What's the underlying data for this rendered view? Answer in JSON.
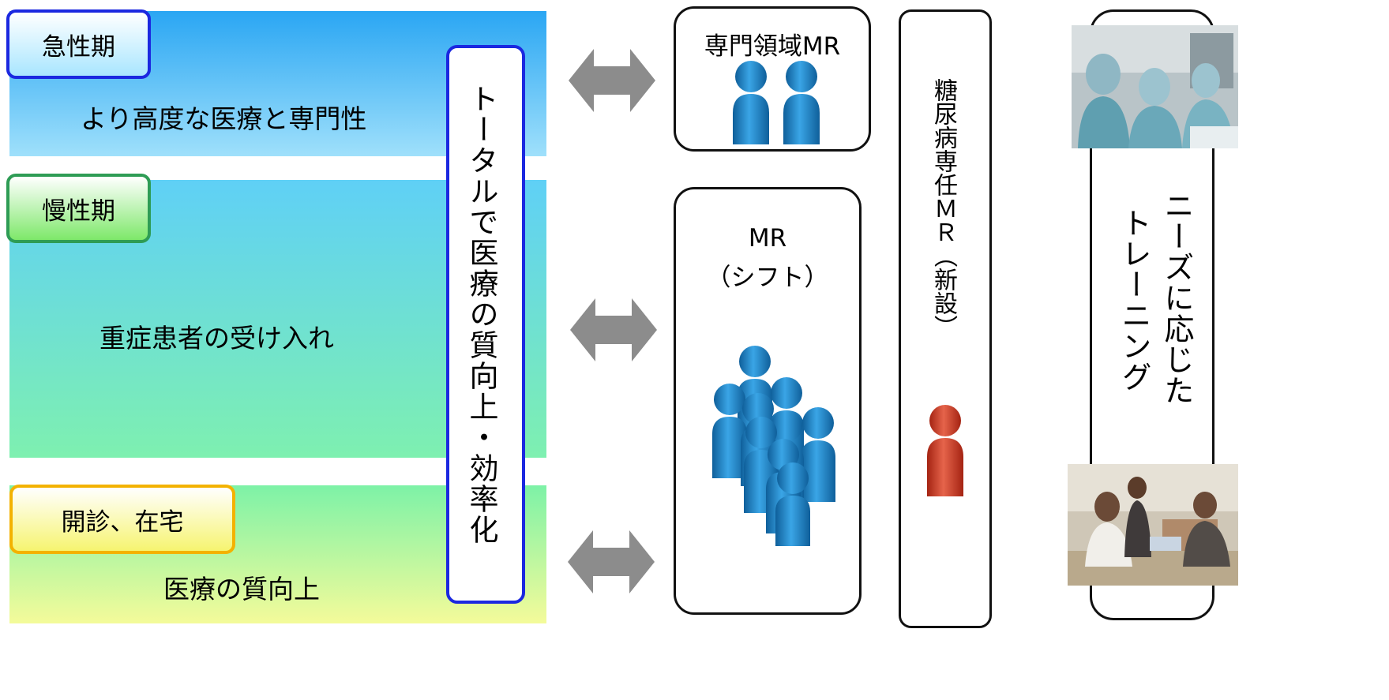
{
  "stages": [
    {
      "tag": "急性期",
      "text": "より高度な医療と専門性"
    },
    {
      "tag": "慢性期",
      "text": "重症患者の受け入れ"
    },
    {
      "tag": "開診、在宅",
      "text": "医療の質向上"
    }
  ],
  "center_label": "トータルで医療の質向上・効率化",
  "specialist_box": {
    "title": "専門領域MR"
  },
  "mr_box": {
    "line1": "MR",
    "line2": "（シフト）"
  },
  "diabetes_box": {
    "label": "糖尿病専任ＭＲ（新設）"
  },
  "training_box": {
    "line1": "ニーズに応じた",
    "line2": "トレーニング"
  },
  "colors": {
    "person_blue": "#1f7fc0",
    "person_red": "#cc3a26",
    "arrow_gray": "#8c8c8c",
    "frame_blue": "#1b28e0"
  }
}
